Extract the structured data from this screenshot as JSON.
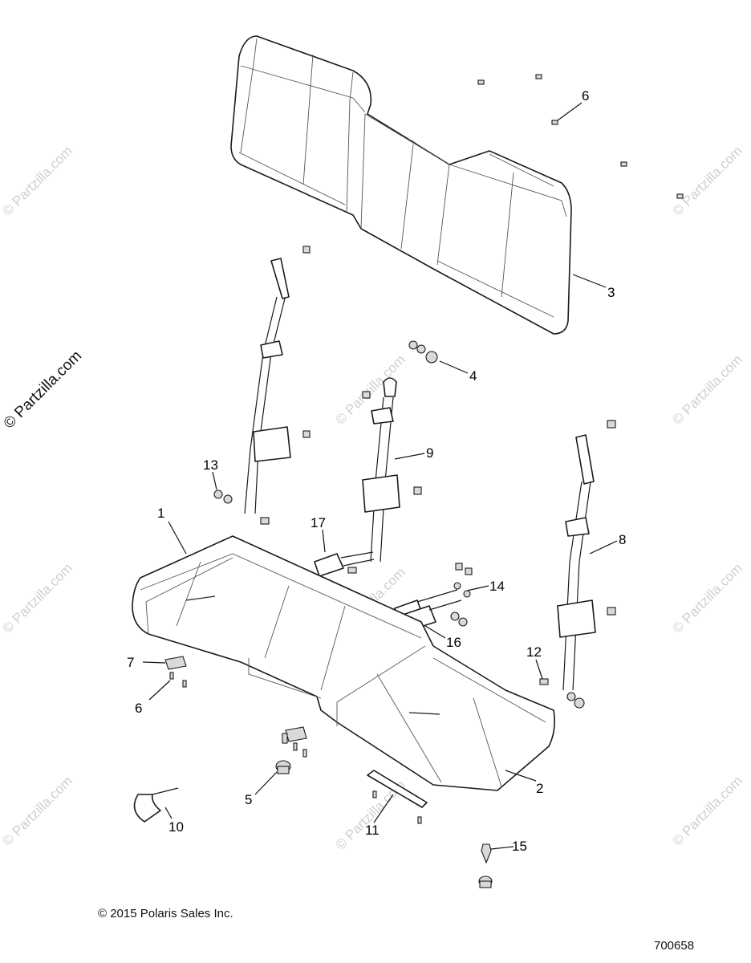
{
  "watermarks": {
    "faint": "© Partzilla.com",
    "prominent": "© Partzilla.com"
  },
  "callouts": [
    "1",
    "2",
    "3",
    "4",
    "5",
    "6",
    "7",
    "8",
    "9",
    "10",
    "11",
    "12",
    "13",
    "14",
    "15",
    "16",
    "17",
    "6"
  ],
  "footer": {
    "copyright": "© 2015 Polaris Sales Inc.",
    "drawing_number": "700658"
  }
}
